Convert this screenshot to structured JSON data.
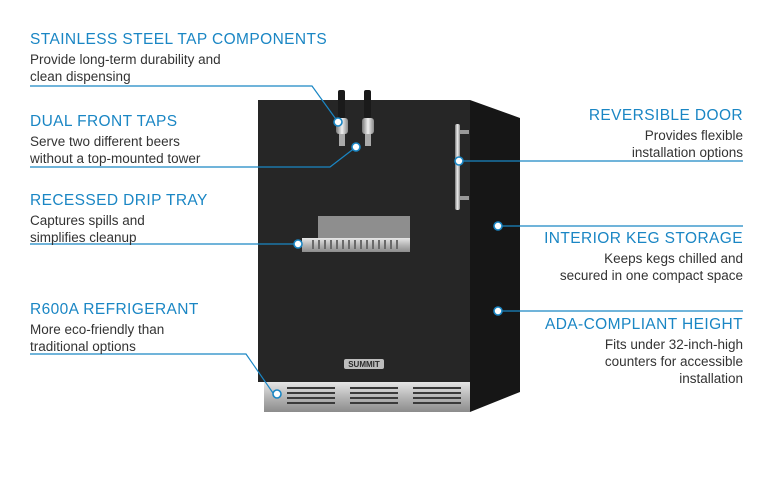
{
  "colors": {
    "accent": "#1a86c4",
    "text": "#333333",
    "unit_body": "#262626"
  },
  "brand_badge": "SUMMIT",
  "callouts": [
    {
      "id": "stainless",
      "title": "STAINLESS STEEL TAP COMPONENTS",
      "desc": [
        "Provide long-term durability and",
        "clean dispensing"
      ]
    },
    {
      "id": "dual_taps",
      "title": "DUAL FRONT TAPS",
      "desc": [
        "Serve two different beers",
        "without a top-mounted tower"
      ]
    },
    {
      "id": "drip_tray",
      "title": "RECESSED DRIP TRAY",
      "desc": [
        "Captures spills and",
        "simplifies cleanup"
      ]
    },
    {
      "id": "refrigerant",
      "title": "R600A REFRIGERANT",
      "desc": [
        "More eco-friendly than",
        "traditional options"
      ]
    },
    {
      "id": "door",
      "title": "REVERSIBLE DOOR",
      "desc": [
        "Provides flexible",
        "installation options"
      ]
    },
    {
      "id": "keg",
      "title": "INTERIOR KEG STORAGE",
      "desc": [
        "Keeps kegs chilled and",
        "secured in one compact space"
      ]
    },
    {
      "id": "ada",
      "title": "ADA-COMPLIANT HEIGHT",
      "desc": [
        "Fits under 32-inch-high",
        "counters for accessible",
        "installation"
      ]
    }
  ]
}
